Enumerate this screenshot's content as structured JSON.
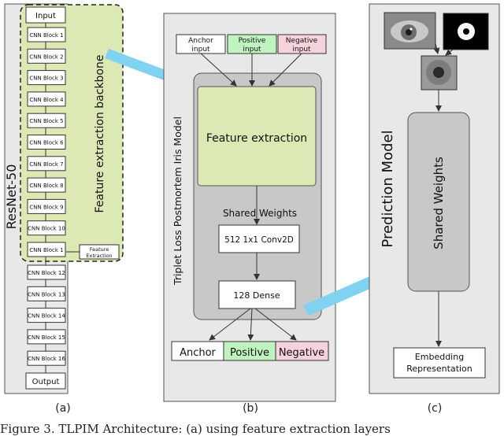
{
  "panel_a": {
    "input": "Input",
    "blocks": [
      "CNN Block 1",
      "CNN Block 2",
      "CNN Block 3",
      "CNN Block 4",
      "CNN Block 5",
      "CNN Block 6",
      "CNN Block 7",
      "CNN Block 8",
      "CNN Block 9",
      "CNN Block 10",
      "CNN Block 1"
    ],
    "lower_blocks": [
      "CNN Block 12",
      "CNN Block 13",
      "CNN Block 14",
      "CNN Block 15",
      "CNN Block 16"
    ],
    "output": "Output",
    "side_label": "ResNet-50",
    "backbone_label": "Feature extraction backbone",
    "feature_extraction_line1": "Feature",
    "feature_extraction_line2": "Extraction",
    "letter": "(a)"
  },
  "panel_b": {
    "side_label": "Triplet Loss Postmortem Iris Model",
    "anchor_input_line1": "Anchor",
    "anchor_input_line2": "input",
    "positive_input_line1": "Positive",
    "positive_input_line2": "input",
    "negative_input_line1": "Negative",
    "negative_input_line2": "input",
    "feature_extraction": "Feature extraction",
    "shared_weights": "Shared Weights",
    "conv": "512 1x1 Conv2D",
    "dense": "128 Dense",
    "anchor": "Anchor",
    "positive": "Positive",
    "negative": "Negative",
    "letter": "(b)"
  },
  "panel_c": {
    "side_label": "Prediction Model",
    "shared_weights": "Shared Weights",
    "embedding_line1": "Embedding",
    "embedding_line2": "Representation",
    "letter": "(c)"
  },
  "caption": "Figure 3. TLPIM Architecture: (a) using feature extraction layers",
  "colors": {
    "green_fill": "#dde9b4",
    "positive_fill": "#bff3bf",
    "negative_fill": "#f6d2da",
    "panel_fill": "#e8e8e8",
    "inner_fill": "#c8c8c8",
    "arrow": "#7fd3f0"
  }
}
